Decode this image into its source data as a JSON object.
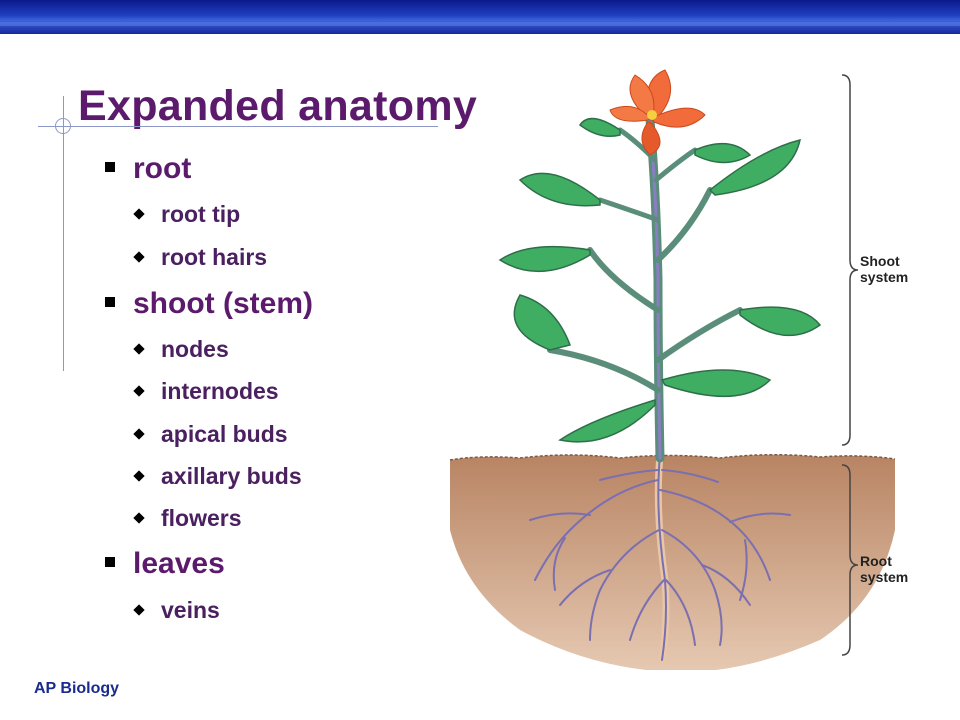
{
  "slide": {
    "title": "Expanded anatomy",
    "footer": "AP Biology"
  },
  "outline": [
    {
      "text": "root",
      "children": [
        "root tip",
        "root hairs"
      ]
    },
    {
      "text": "shoot (stem)",
      "children": [
        "nodes",
        "internodes",
        "apical buds",
        "axillary buds",
        "flowers"
      ]
    },
    {
      "text": "leaves",
      "children": [
        "veins"
      ]
    }
  ],
  "diagram": {
    "shoot_label_line1": "Shoot",
    "shoot_label_line2": "system",
    "root_label_line1": "Root",
    "root_label_line2": "system"
  }
}
